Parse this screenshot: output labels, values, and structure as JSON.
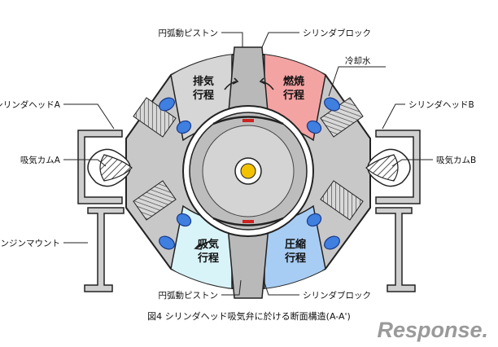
{
  "labels": {
    "piston_arc_top": "円弧動ピストン",
    "cylinder_block_top": "シリンダブロック",
    "cooling_water": "冷却水",
    "cylinder_head_a": "シリンダヘッドA",
    "cylinder_head_b": "シリンダヘッドB",
    "intake_cam_a": "吸気カムA",
    "intake_cam_b": "吸気カムB",
    "engine_mount": "エンジンマウント",
    "piston_arc_bottom": "円弧動ピストン",
    "cylinder_block_bottom": "シリンダブロック"
  },
  "strokes": {
    "exhaust": [
      "排気",
      "行程"
    ],
    "combustion": [
      "燃焼",
      "行程"
    ],
    "intake": [
      "吸気",
      "行程"
    ],
    "compression": [
      "圧縮",
      "行程"
    ]
  },
  "caption": "図4 シリンダヘッド吸気弁に於ける断面構造(A-A')",
  "watermark": "Response.",
  "colors": {
    "combustion": "#f4a3a3",
    "intake": "#d9f4f8",
    "compression": "#a8cdf4",
    "body_gray": "#c8c8c8",
    "coolant_blue": "#3f7fe0",
    "rotor_gray": "#bfbfbf",
    "shaft_yellow": "#f2c200",
    "seal_red": "#cc2222"
  }
}
